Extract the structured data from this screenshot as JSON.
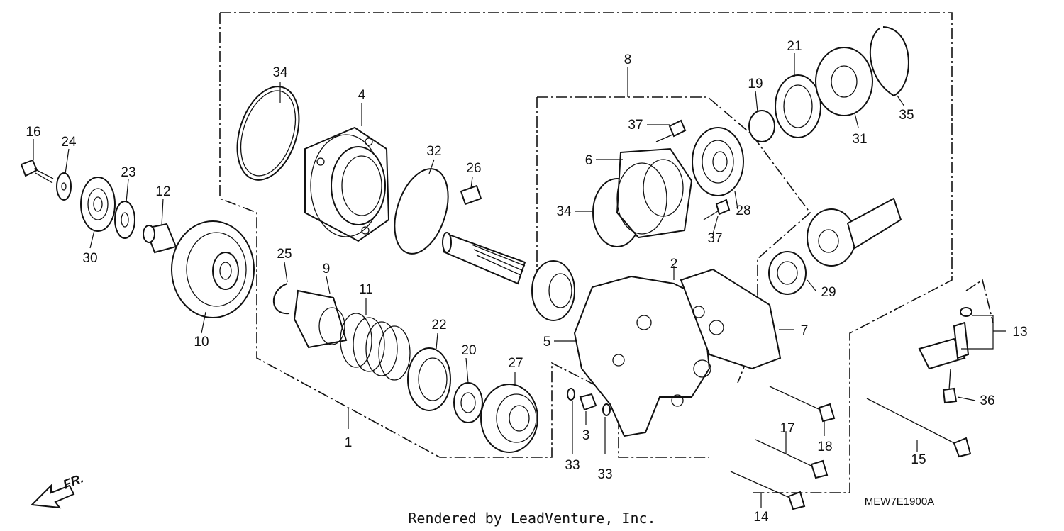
{
  "diagram": {
    "footer_credit": "Rendered by LeadVenture, Inc.",
    "diagram_code": "MEW7E1900A",
    "direction_label": "FR.",
    "callouts": [
      "1",
      "2",
      "3",
      "4",
      "5",
      "6",
      "7",
      "8",
      "9",
      "10",
      "11",
      "12",
      "13",
      "14",
      "15",
      "16",
      "17",
      "18",
      "19",
      "20",
      "21",
      "22",
      "23",
      "24",
      "25",
      "26",
      "27",
      "28",
      "29",
      "30",
      "31",
      "32",
      "33",
      "34",
      "35",
      "36",
      "37"
    ],
    "icons": {
      "front_arrow": "front-direction-arrow-icon"
    },
    "colors": {
      "line": "#111111",
      "background": "#ffffff"
    }
  }
}
